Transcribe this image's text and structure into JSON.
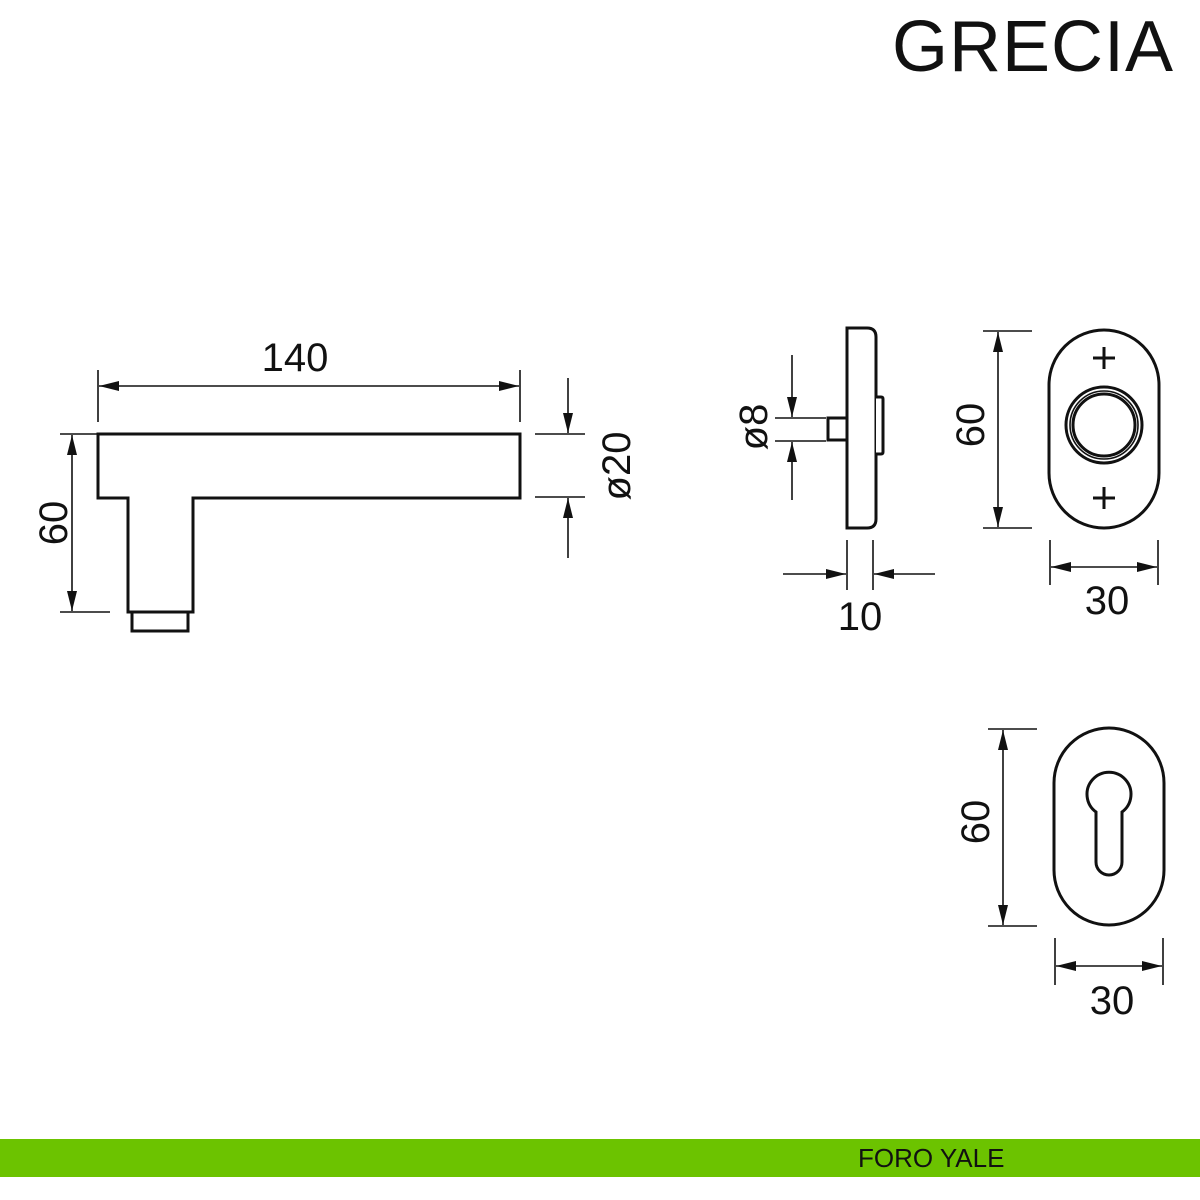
{
  "title": "GRECIA",
  "dimensions": {
    "lever_length": "140",
    "lever_height": "60",
    "lever_diameter": "ø20",
    "spindle_diameter": "ø8",
    "rose_thickness": "10",
    "rose_height": "60",
    "rose_width": "30",
    "escutcheon_height": "60",
    "escutcheon_width": "30"
  },
  "footer": {
    "text": "FORO YALE",
    "color": "#6cc300"
  }
}
